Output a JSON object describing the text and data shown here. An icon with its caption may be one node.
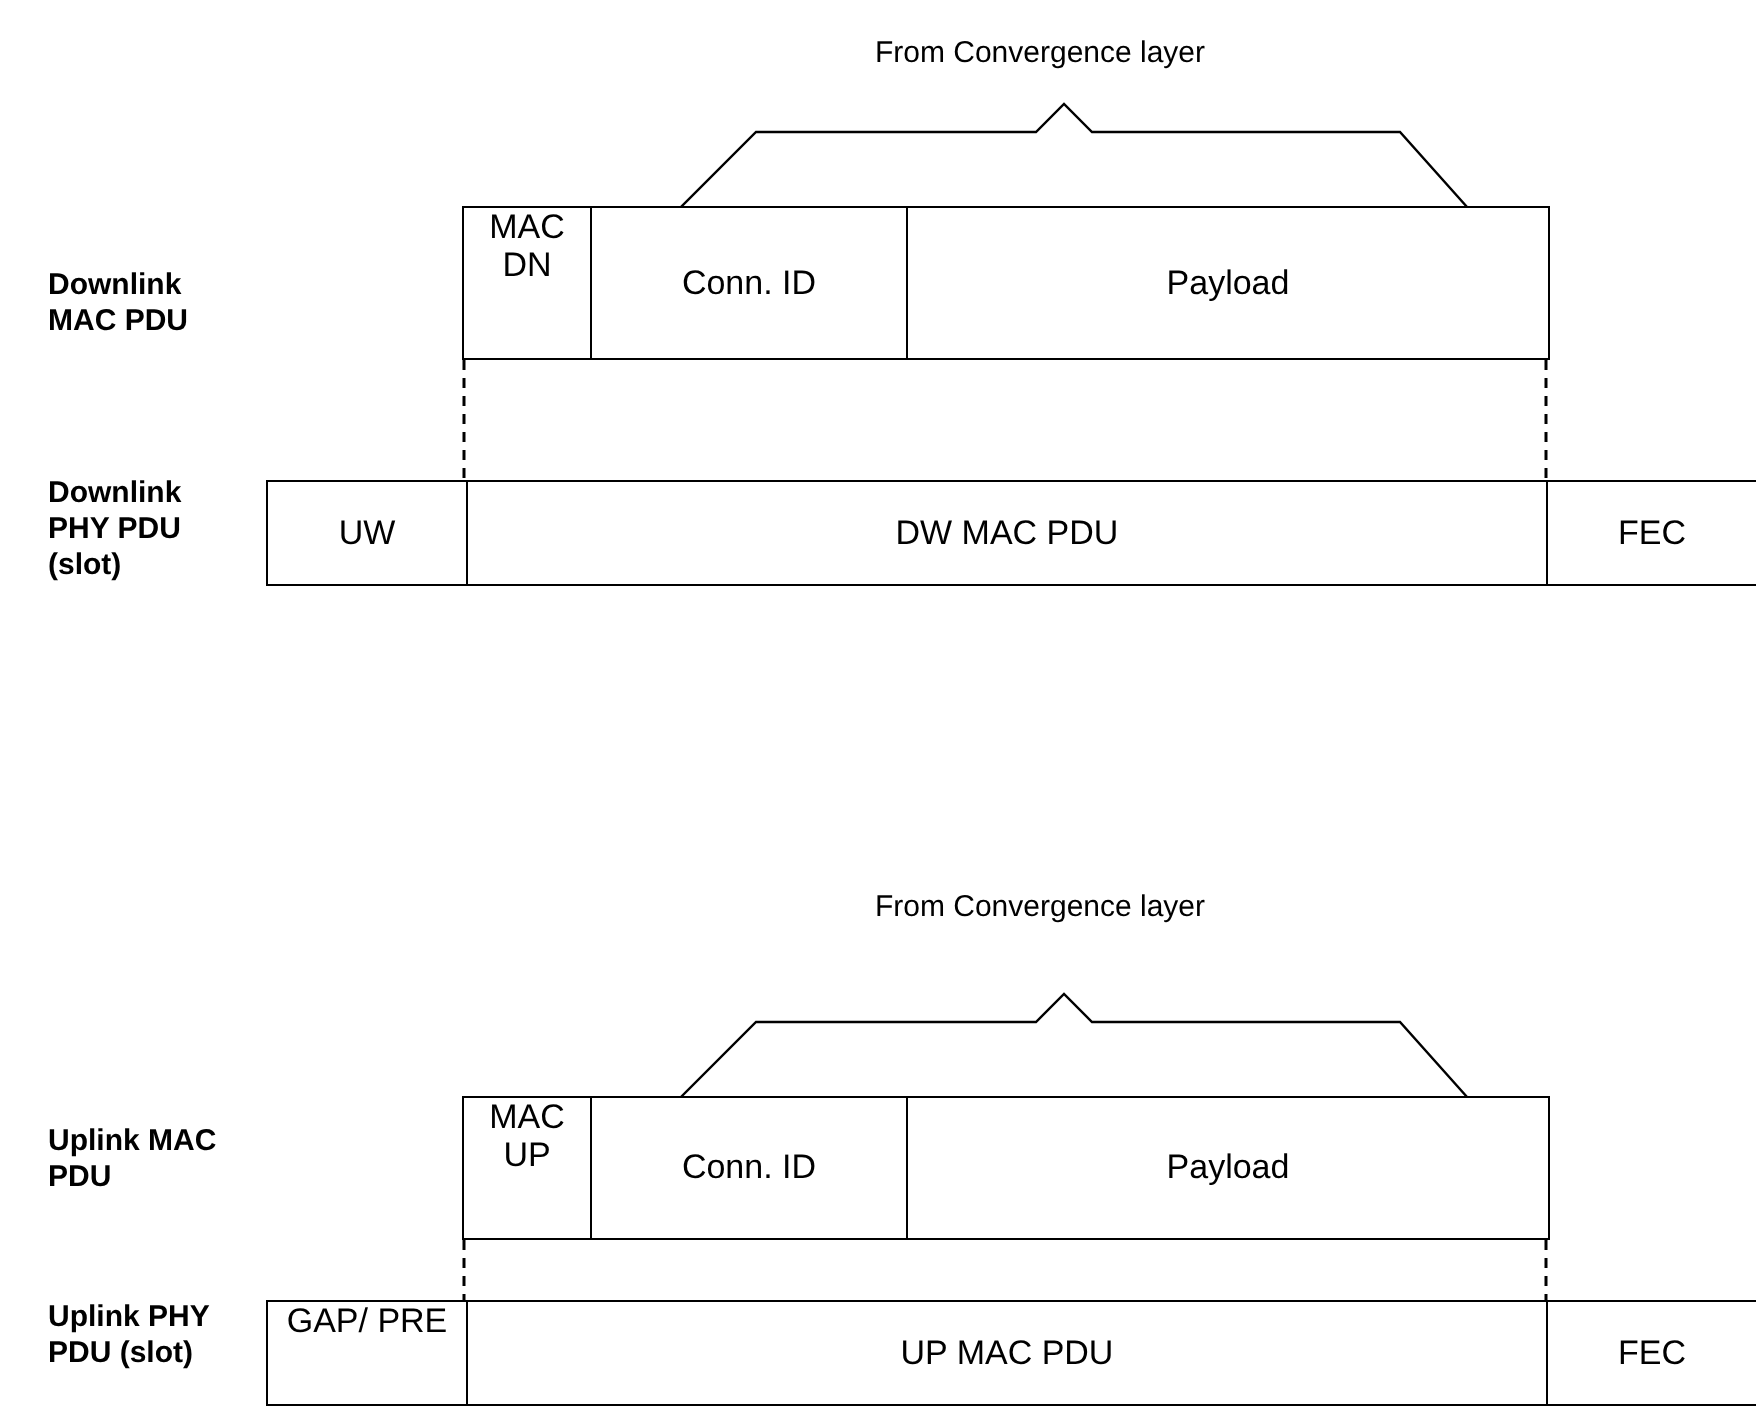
{
  "diagram": {
    "nodes": [
      {
        "text": [
          "MAC DN"
        ]
      },
      {
        "text": [
          "Conn. ID"
        ]
      },
      {
        "text": [
          "Payload"
        ]
      },
      {
        "text": [
          "UW"
        ]
      },
      {
        "text": [
          "DW MAC PDU"
        ]
      },
      {
        "text": [
          "FEC"
        ]
      },
      {
        "text": [
          "MAC UP"
        ]
      },
      {
        "text": [
          "Conn. ID"
        ]
      },
      {
        "text": [
          "Payload"
        ]
      },
      {
        "text": [
          "GAP/ PRE"
        ]
      },
      {
        "text": [
          "UP MAC PDU"
        ]
      },
      {
        "text": [
          "FEC"
        ]
      }
    ],
    "edges": [
      {
        "from": 0,
        "to": 4,
        "arrow": "none",
        "style": "dashed"
      },
      {
        "from": 2,
        "to": 4,
        "arrow": "none",
        "style": "dashed"
      },
      {
        "from": 6,
        "to": 10,
        "arrow": "none",
        "style": "dashed"
      },
      {
        "from": 8,
        "to": 10,
        "arrow": "none",
        "style": "dashed"
      }
    ],
    "labels": [
      "From Convergence layer",
      "Downlink MAC PDU",
      "Downlink PHY PDU (slot)",
      "From Convergence layer",
      "Uplink MAC PDU",
      "Uplink PHY PDU (slot)"
    ]
  }
}
